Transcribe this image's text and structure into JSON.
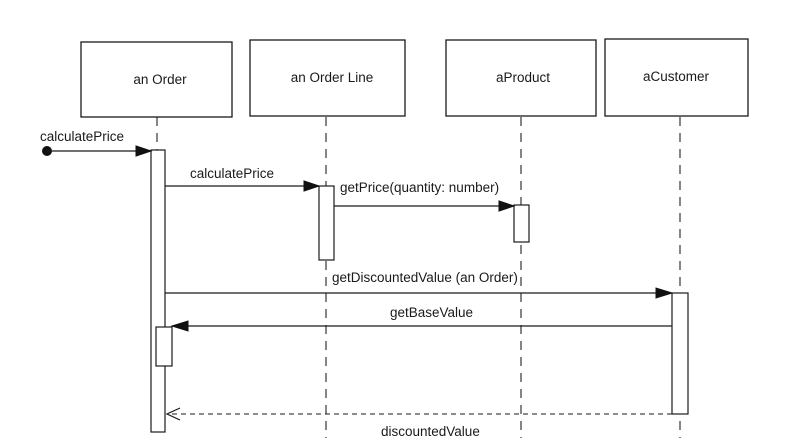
{
  "participants": [
    {
      "id": "order",
      "label": "an Order"
    },
    {
      "id": "orderline",
      "label": "an Order Line"
    },
    {
      "id": "product",
      "label": "aProduct"
    },
    {
      "id": "customer",
      "label": "aCustomer"
    }
  ],
  "messages": [
    {
      "id": "m1",
      "label": "calculatePrice",
      "kind": "found"
    },
    {
      "id": "m2",
      "label": "calculatePrice",
      "kind": "sync"
    },
    {
      "id": "m3",
      "label": "getPrice(quantity: number)",
      "kind": "sync"
    },
    {
      "id": "m4",
      "label": "getDiscountedValue (an Order)",
      "kind": "sync"
    },
    {
      "id": "m5",
      "label": "getBaseValue",
      "kind": "sync"
    },
    {
      "id": "m6",
      "label": "discountedValue",
      "kind": "return"
    }
  ]
}
